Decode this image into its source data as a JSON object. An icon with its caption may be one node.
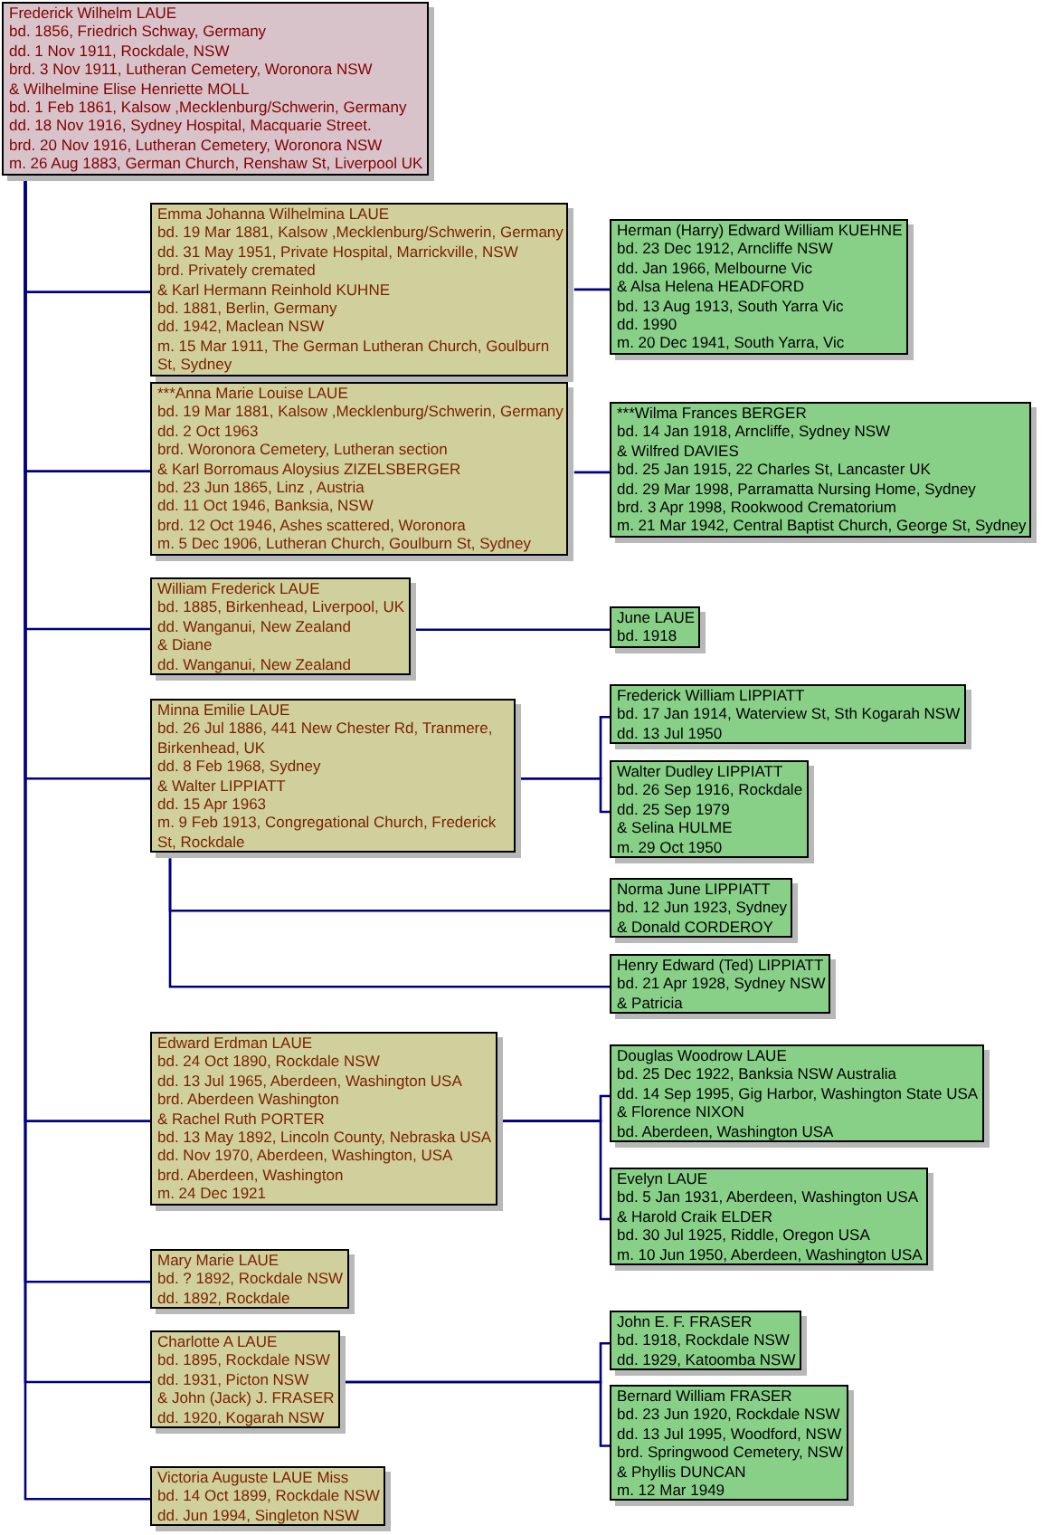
{
  "diagram": {
    "nodes": [
      {
        "text": [
          "Frederick Wilhelm LAUE",
          "bd. 1856, Friedrich Schway, Germany",
          "dd. 1 Nov 1911, Rockdale, NSW",
          "brd. 3 Nov 1911, Lutheran Cemetery, Woronora NSW",
          "& Wilhelmine Elise Henriette MOLL",
          "bd. 1 Feb 1861, Kalsow ,Mecklenburg/Schwerin, Germany",
          "dd. 18 Nov 1916, Sydney Hospital, Macquarie Street.",
          "brd. 20 Nov 1916, Lutheran Cemetery, Woronora NSW",
          "m. 26 Aug 1883, German Church, Renshaw St, Liverpool UK"
        ]
      },
      {
        "text": [
          "Emma Johanna Wilhelmina LAUE",
          "bd. 19 Mar 1881, Kalsow ,Mecklenburg/Schwerin, Germany",
          "dd. 31 May 1951, Private Hospital, Marrickville, NSW",
          "brd. Privately cremated",
          "& Karl Hermann Reinhold KUHNE",
          "bd. 1881, Berlin, Germany",
          "dd. 1942, Maclean NSW",
          "m. 15 Mar 1911, The German Lutheran Church, Goulburn St, Sydney"
        ]
      },
      {
        "text": [
          "***Anna Marie Louise LAUE",
          "bd. 19 Mar 1881, Kalsow ,Mecklenburg/Schwerin, Germany",
          "dd. 2 Oct 1963",
          "brd. Woronora Cemetery, Lutheran section",
          "& Karl Borromaus Aloysius ZIZELSBERGER",
          "bd. 23 Jun 1865, Linz , Austria",
          "dd. 11 Oct 1946, Banksia, NSW",
          "brd. 12 Oct 1946, Ashes scattered, Woronora",
          "m. 5 Dec 1906, Lutheran Church, Goulburn St, Sydney"
        ]
      },
      {
        "text": [
          "William Frederick LAUE",
          "bd. 1885, Birkenhead, Liverpool, UK",
          "dd. Wanganui, New Zealand",
          "& Diane",
          "dd. Wanganui, New Zealand"
        ]
      },
      {
        "text": [
          "Minna Emilie LAUE",
          "bd. 26 Jul 1886, 441 New Chester Rd, Tranmere, Birkenhead, UK",
          "dd. 8 Feb 1968, Sydney",
          "& Walter LIPPIATT",
          "dd. 15 Apr 1963",
          "m. 9 Feb 1913, Congregational Church, Frederick St, Rockdale"
        ]
      },
      {
        "text": [
          "Edward Erdman LAUE",
          "bd. 24 Oct 1890, Rockdale NSW",
          "dd. 13 Jul 1965, Aberdeen, Washington USA",
          "brd. Aberdeen Washington",
          "& Rachel Ruth PORTER",
          "bd. 13 May 1892, Lincoln County, Nebraska USA",
          "dd. Nov 1970, Aberdeen, Washington, USA",
          "brd. Aberdeen, Washington",
          "m. 24 Dec 1921"
        ]
      },
      {
        "text": [
          "Mary Marie LAUE",
          "bd. ? 1892, Rockdale NSW",
          "dd. 1892, Rockdale"
        ]
      },
      {
        "text": [
          "Charlotte A LAUE",
          "bd. 1895, Rockdale NSW",
          "dd. 1931, Picton NSW",
          "& John (Jack) J. FRASER",
          "dd. 1920, Kogarah NSW"
        ]
      },
      {
        "text": [
          "Victoria Auguste LAUE Miss",
          "bd. 14 Oct 1899, Rockdale NSW",
          "dd. Jun 1994, Singleton NSW"
        ]
      },
      {
        "text": [
          "Herman (Harry) Edward William KUEHNE",
          "bd. 23 Dec 1912, Arncliffe NSW",
          "dd. Jan 1966, Melbourne Vic",
          "& Alsa Helena HEADFORD",
          "bd. 13 Aug 1913, South Yarra Vic",
          "dd. 1990",
          "m. 20 Dec 1941, South Yarra, Vic"
        ]
      },
      {
        "text": [
          "***Wilma Frances BERGER",
          "bd. 14 Jan 1918, Arncliffe, Sydney NSW",
          "& Wilfred DAVIES",
          "bd. 25 Jan 1915, 22 Charles St, Lancaster UK",
          "dd. 29 Mar 1998, Parramatta Nursing Home, Sydney",
          "brd. 3 Apr 1998, Rookwood Crematorium",
          "m. 21 Mar 1942, Central Baptist Church, George St, Sydney"
        ]
      },
      {
        "text": [
          "June LAUE",
          "bd. 1918"
        ]
      },
      {
        "text": [
          "Frederick William LIPPIATT",
          "bd. 17 Jan 1914, Waterview St, Sth Kogarah NSW",
          "dd. 13 Jul 1950"
        ]
      },
      {
        "text": [
          "Walter Dudley LIPPIATT",
          "bd. 26 Sep 1916, Rockdale",
          "dd. 25 Sep 1979",
          "& Selina HULME",
          "m. 29 Oct 1950"
        ]
      },
      {
        "text": [
          "Norma June LIPPIATT",
          "bd. 12 Jun 1923, Sydney",
          "& Donald CORDEROY"
        ]
      },
      {
        "text": [
          "Henry Edward (Ted) LIPPIATT",
          "bd. 21 Apr 1928, Sydney NSW",
          "& Patricia"
        ]
      },
      {
        "text": [
          "Douglas Woodrow LAUE",
          "bd. 25 Dec 1922, Banksia NSW Australia",
          "dd. 14 Sep 1995, Gig Harbor, Washington State USA",
          "& Florence NIXON",
          "bd. Aberdeen, Washington USA"
        ]
      },
      {
        "text": [
          "Evelyn LAUE",
          "bd. 5 Jan 1931, Aberdeen, Washington USA",
          "& Harold Craik ELDER",
          "bd. 30 Jul 1925, Riddle, Oregon USA",
          "m. 10 Jun 1950, Aberdeen, Washington USA"
        ]
      },
      {
        "text": [
          "John E. F. FRASER",
          "bd. 1918, Rockdale NSW",
          "dd. 1929, Katoomba NSW"
        ]
      },
      {
        "text": [
          "Bernard William FRASER",
          "bd. 23 Jun 1920, Rockdale NSW",
          "dd. 13 Jul 1995, Woodford, NSW",
          "brd. Springwood Cemetery, NSW",
          "& Phyllis DUNCAN",
          "m. 12 Mar 1949"
        ]
      }
    ],
    "edges": [
      {
        "from": 0,
        "to": 1,
        "arrow": "none"
      },
      {
        "from": 0,
        "to": 2,
        "arrow": "none"
      },
      {
        "from": 0,
        "to": 3,
        "arrow": "none"
      },
      {
        "from": 0,
        "to": 4,
        "arrow": "none"
      },
      {
        "from": 0,
        "to": 5,
        "arrow": "none"
      },
      {
        "from": 0,
        "to": 6,
        "arrow": "none"
      },
      {
        "from": 0,
        "to": 7,
        "arrow": "none"
      },
      {
        "from": 0,
        "to": 8,
        "arrow": "none"
      },
      {
        "from": 1,
        "to": 9,
        "arrow": "none"
      },
      {
        "from": 2,
        "to": 10,
        "arrow": "none"
      },
      {
        "from": 3,
        "to": 11,
        "arrow": "none"
      },
      {
        "from": 4,
        "to": 12,
        "arrow": "none"
      },
      {
        "from": 4,
        "to": 13,
        "arrow": "none"
      },
      {
        "from": 4,
        "to": 14,
        "arrow": "none"
      },
      {
        "from": 4,
        "to": 15,
        "arrow": "none"
      },
      {
        "from": 5,
        "to": 16,
        "arrow": "none"
      },
      {
        "from": 5,
        "to": 17,
        "arrow": "none"
      },
      {
        "from": 7,
        "to": 18,
        "arrow": "none"
      },
      {
        "from": 7,
        "to": 19,
        "arrow": "none"
      }
    ]
  }
}
